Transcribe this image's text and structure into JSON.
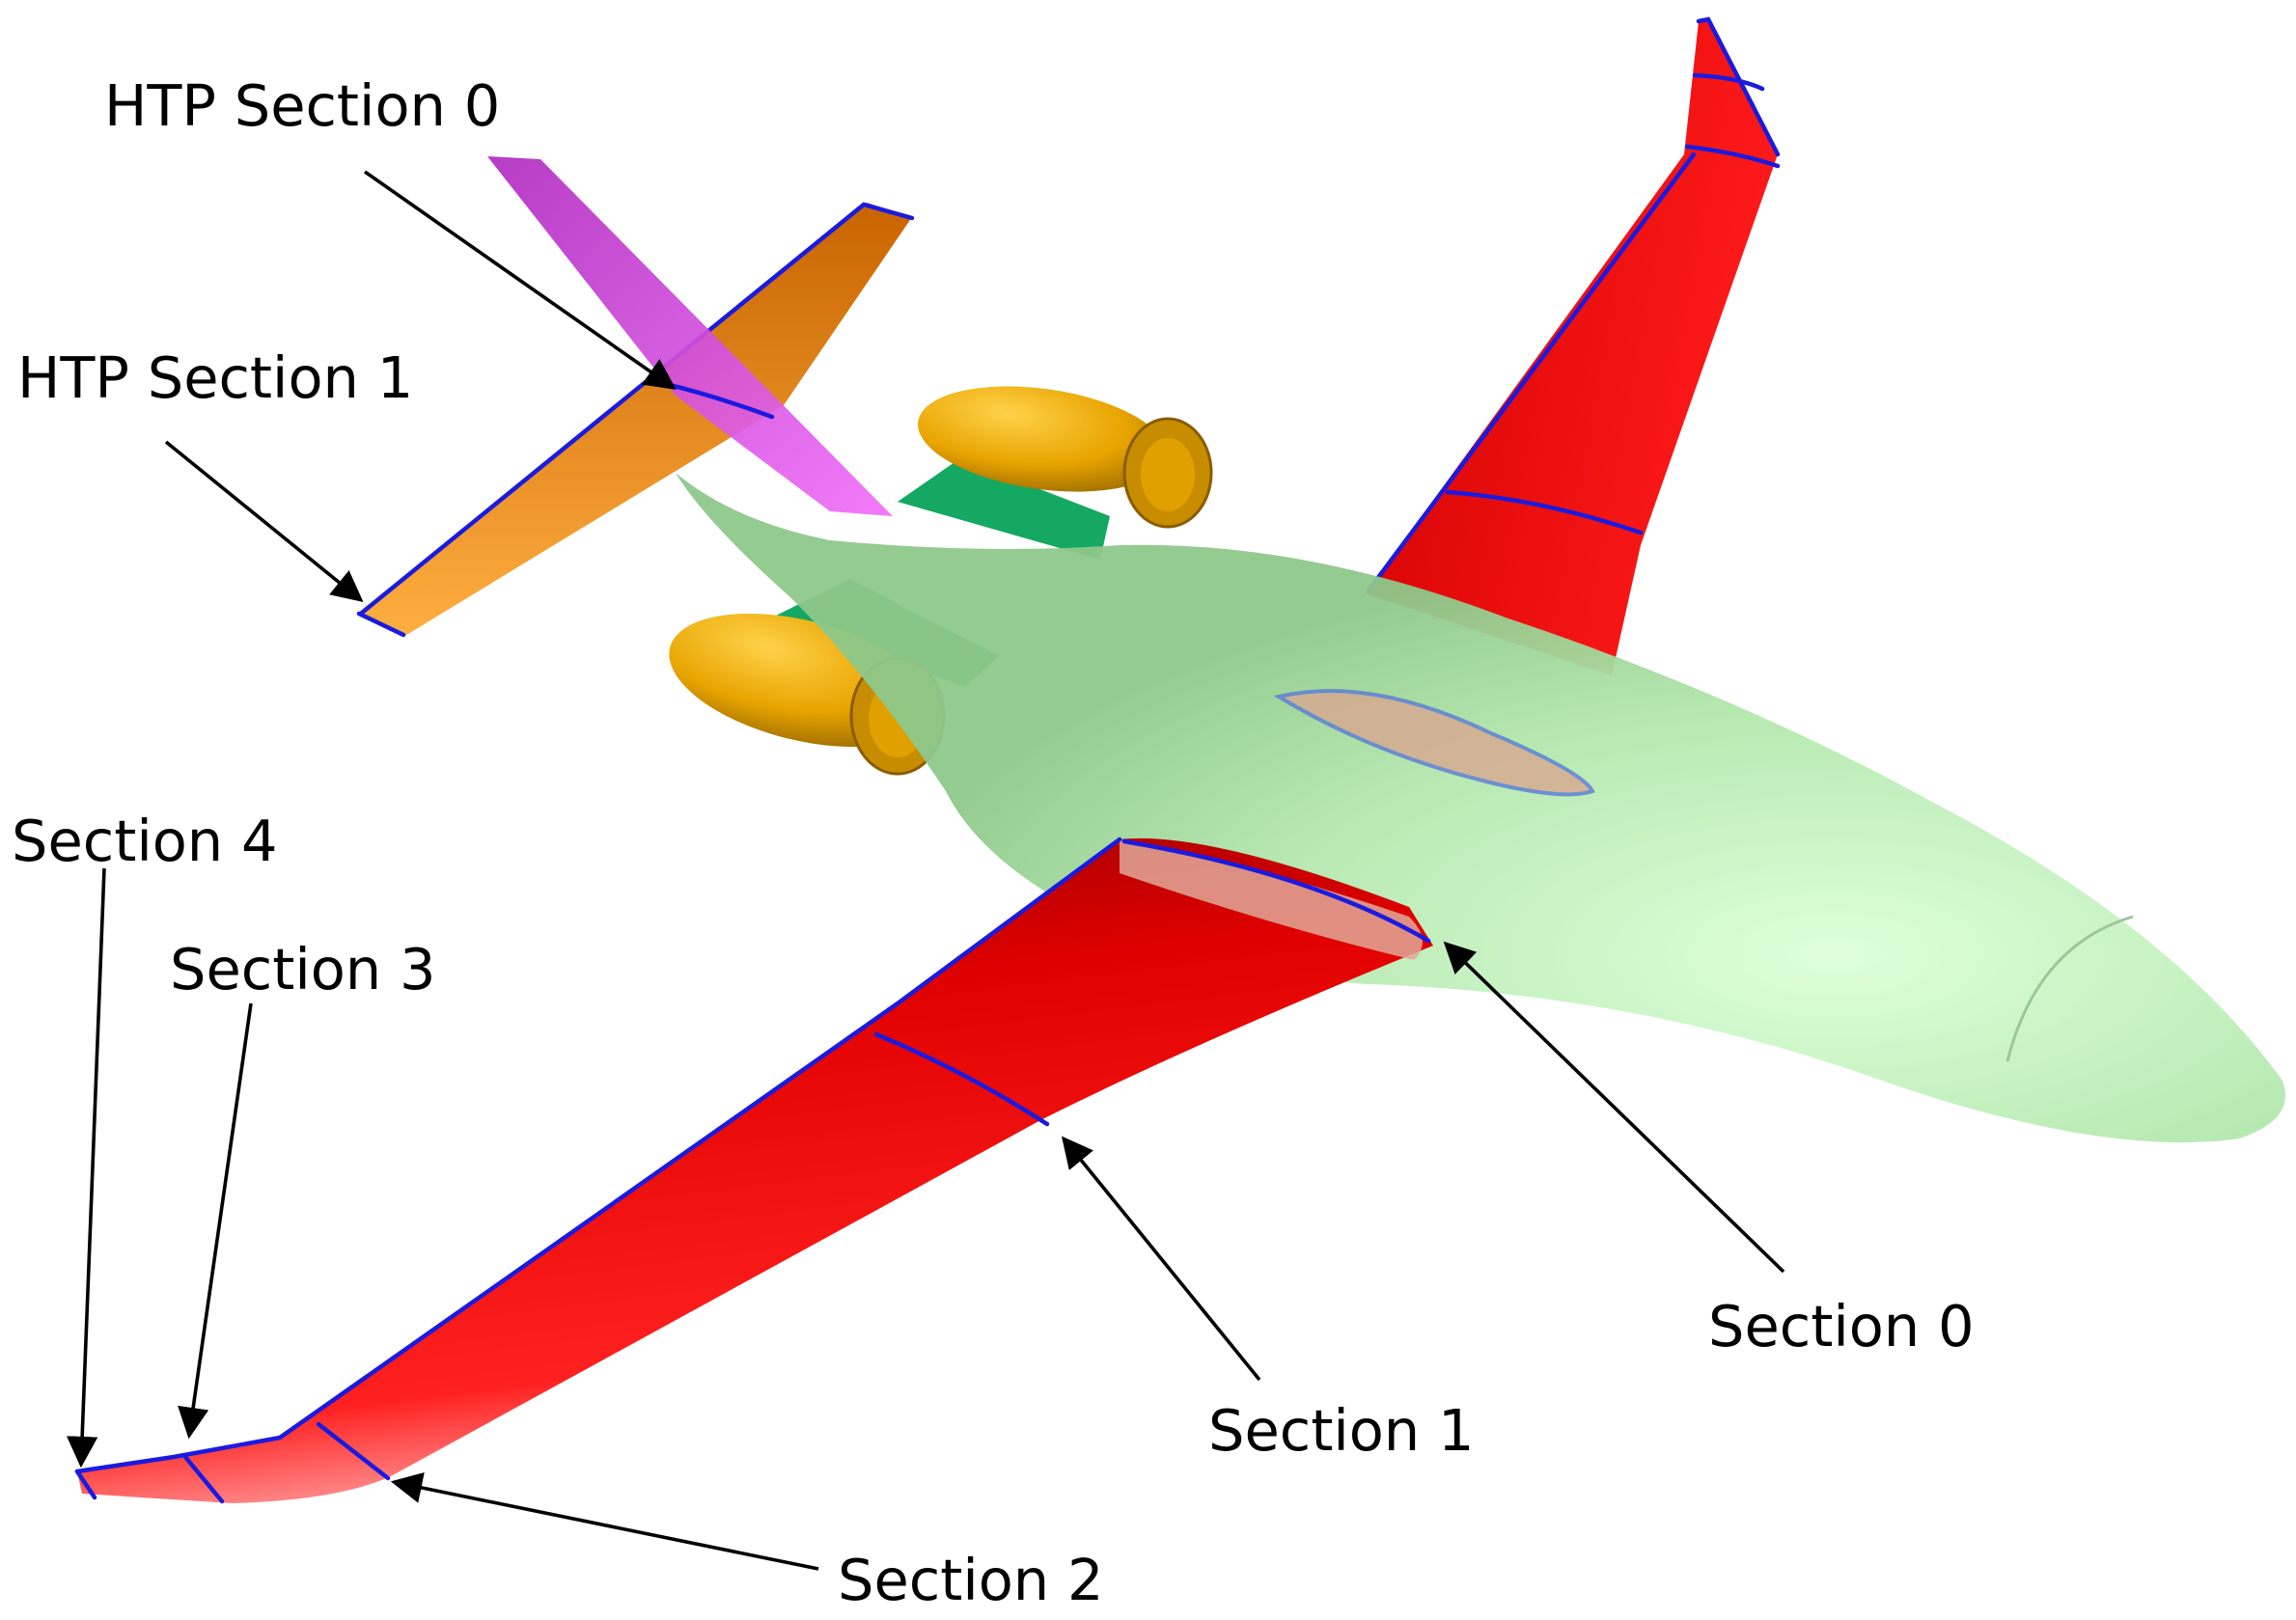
{
  "labels": {
    "htp_section_0": "HTP Section 0",
    "htp_section_1": "HTP Section 1",
    "section_4": "Section 4",
    "section_3": "Section 3",
    "section_2": "Section 2",
    "section_1": "Section 1",
    "section_0": "Section 0"
  },
  "colors": {
    "wing": "#e60000",
    "fuselage": "#b8ecb4",
    "nacelle": "#e8a800",
    "pylon": "#10a860",
    "vertical_tail": "#d648e0",
    "horizontal_tail": "#e88a10",
    "section_lines": "#1a1ae0",
    "leader_lines": "#000000"
  }
}
